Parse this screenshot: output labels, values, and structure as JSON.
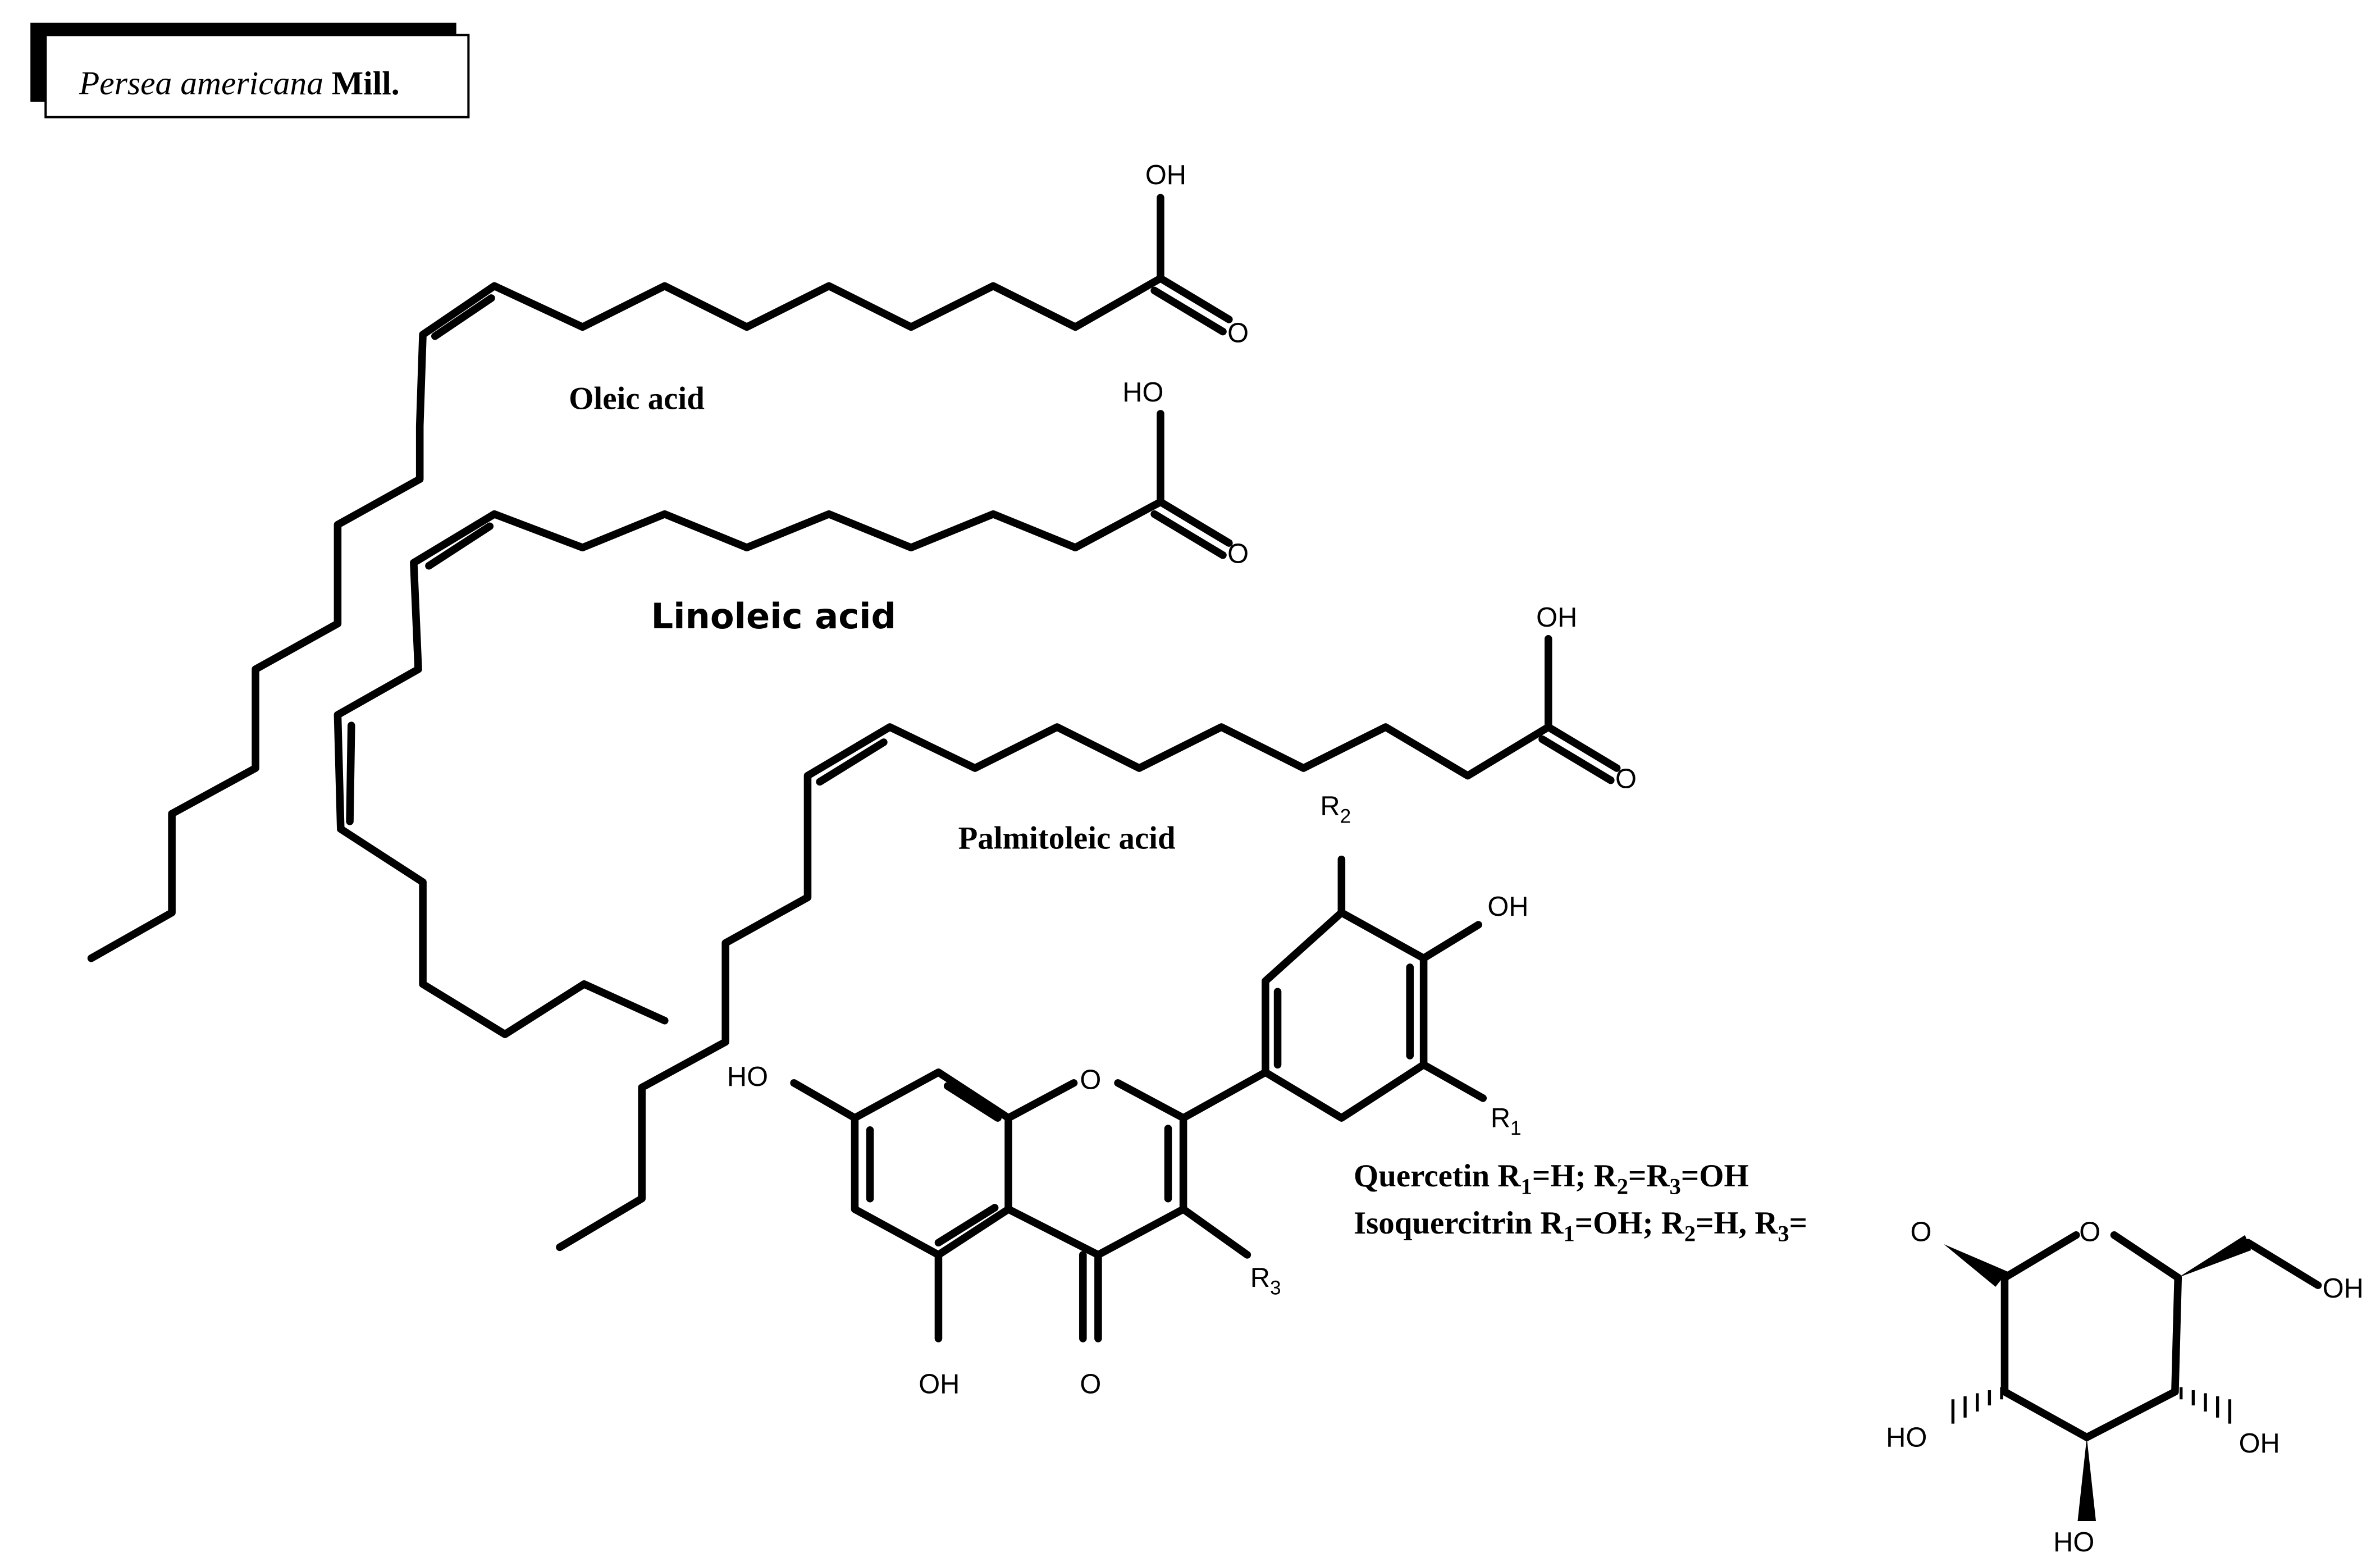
{
  "title": {
    "species_italic": "Persea americana",
    "author": " Mill."
  },
  "compounds": {
    "oleic": "Oleic acid",
    "linoleic": "Linoleic acid",
    "palmitoleic": "Palmitoleic acid",
    "quercetin": {
      "name": "Quercetin",
      "r1": "R",
      "r1_sub": "1",
      "r1_val": "=H; ",
      "r2": "R",
      "r2_sub": "2",
      "r2_mid": "=R",
      "r3_sub": "3",
      "r23_val": "=OH"
    },
    "isoquercitrin": {
      "name": "Isoquercitrin",
      "r1": "R",
      "r1_sub": "1",
      "r1_val": "=OH; ",
      "r2": "R",
      "r2_sub": "2",
      "r2_val": "=H, ",
      "r3": "R",
      "r3_sub": "3",
      "r3_val": "="
    }
  },
  "atoms": {
    "oh": "OH",
    "ho": "HO",
    "o": "O",
    "r": "R",
    "sub1": "1",
    "sub2": "2",
    "sub3": "3"
  }
}
